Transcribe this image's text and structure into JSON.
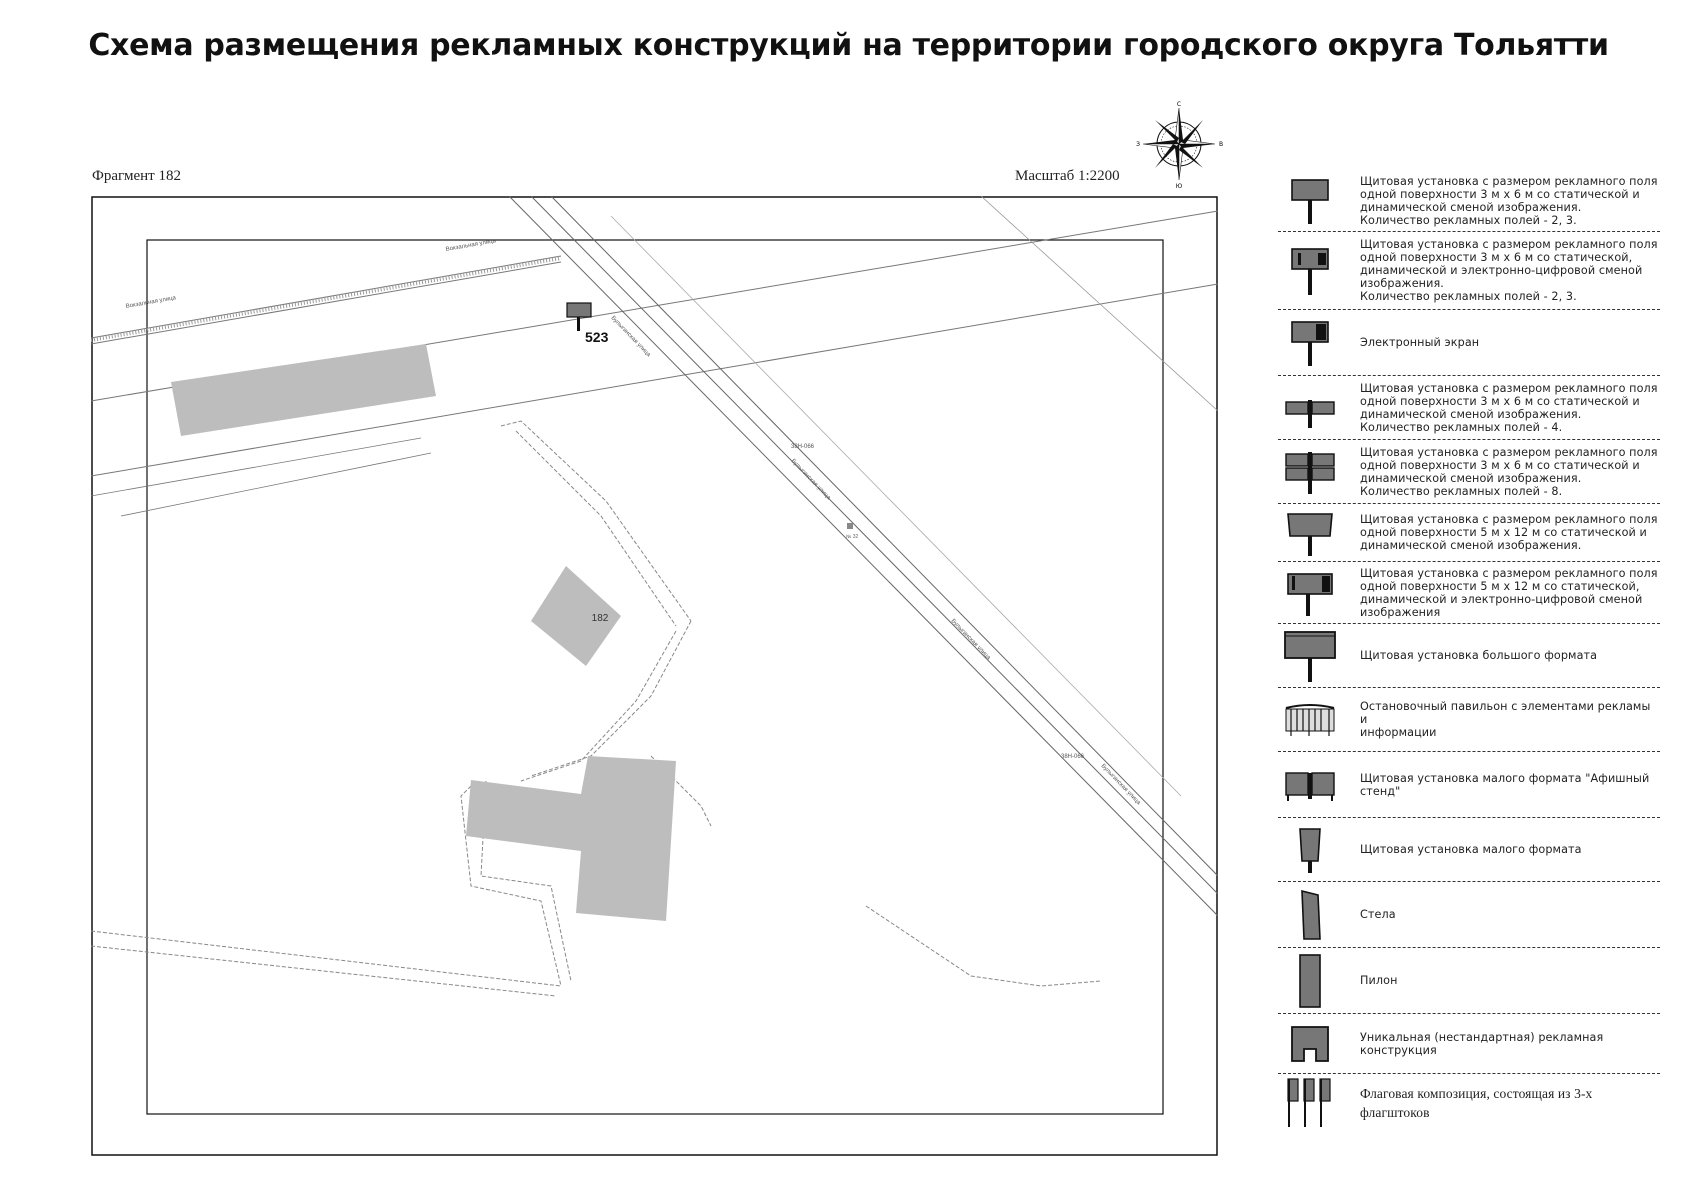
{
  "title": "Схема размещения рекламных конструкций на территории городского округа Тольятти",
  "fragment": "Фрагмент 182",
  "scale": "Масштаб 1:2200",
  "compass": {
    "n": "С",
    "s": "Ю",
    "w": "З",
    "e": "В"
  },
  "map": {
    "marker_label": "523",
    "building_label": "182",
    "street_labels": [
      "Вокзальная улица",
      "Вокзальная улица",
      "Булыгинская улица",
      "Булыгинская улица",
      "Булыгинская улица",
      "Булыгинская улица"
    ],
    "road_tag_1": "38Н-066",
    "road_tag_2": "38Н-066",
    "house_number": "№ 32"
  },
  "legend": [
    {
      "icon": "billboard-3x6-icon",
      "text": "Щитовая установка с размером рекламного поля\nодной поверхности 3 м х 6 м со статической и\nдинамической сменой изображения.\nКоличество рекламных полей - 2, 3."
    },
    {
      "icon": "billboard-3x6-digital-icon",
      "text": "Щитовая установка с размером рекламного поля\nодной поверхности 3 м х 6 м со статической,\nдинамической и электронно-цифровой сменой\nизображения.\nКоличество рекламных полей - 2, 3."
    },
    {
      "icon": "electronic-screen-icon",
      "text": "Электронный экран"
    },
    {
      "icon": "billboard-4-fields-icon",
      "text": "Щитовая установка с размером рекламного поля\nодной поверхности 3 м х 6 м со статической и\nдинамической сменой изображения.\nКоличество рекламных полей - 4."
    },
    {
      "icon": "billboard-8-fields-icon",
      "text": "Щитовая установка с размером рекламного поля\nодной поверхности 3 м х 6 м со статической и\nдинамической сменой изображения.\nКоличество рекламных полей - 8."
    },
    {
      "icon": "billboard-5x12-icon",
      "text": "Щитовая установка с размером рекламного поля\nодной поверхности 5 м х 12 м со статической и\nдинамической сменой изображения."
    },
    {
      "icon": "billboard-5x12-digital-icon",
      "text": "Щитовая установка с размером рекламного поля\nодной поверхности 5 м х 12 м со статической,\nдинамической и электронно-цифровой сменой\nизображения"
    },
    {
      "icon": "large-format-billboard-icon",
      "text": "Щитовая установка большого формата"
    },
    {
      "icon": "bus-stop-pavilion-icon",
      "text": "Остановочный павильон с элементами рекламы и\nинформации"
    },
    {
      "icon": "poster-stand-icon",
      "text": "Щитовая установка малого формата \"Афишный\nстенд\""
    },
    {
      "icon": "small-format-billboard-icon",
      "text": "Щитовая установка малого формата"
    },
    {
      "icon": "stele-icon",
      "text": "Стела"
    },
    {
      "icon": "pylon-icon",
      "text": "Пилон"
    },
    {
      "icon": "unique-structure-icon",
      "text": "Уникальная (нестандартная) рекламная\nконструкция"
    },
    {
      "icon": "flag-composition-icon",
      "text": "Флаговая композиция, состоящая из 3-х\nфлагштоков"
    }
  ]
}
